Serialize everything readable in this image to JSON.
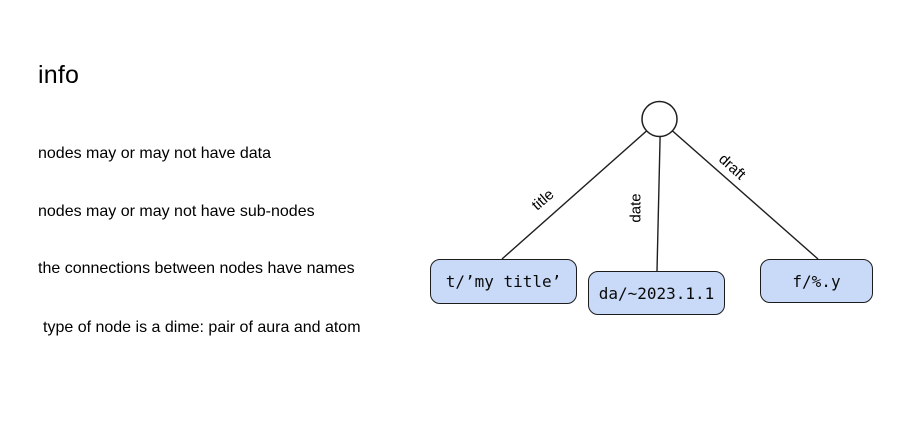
{
  "page": {
    "heading": "info",
    "background_color": "#ffffff"
  },
  "notes": [
    "nodes may or may not have data",
    "nodes may or may not have sub-nodes",
    "the connections between nodes have names",
    "type of node is a dime: pair of aura and atom"
  ],
  "diagram": {
    "root_node_shape": "circle",
    "edges": [
      {
        "label": "title",
        "node_label": "t/’my title’"
      },
      {
        "label": "date",
        "node_label": "da/~2023.1.1"
      },
      {
        "label": "draft",
        "node_label": "f/%.y"
      }
    ],
    "colors": {
      "node_fill": "#c9daf8",
      "node_border": "#1c1c1c",
      "edge_line": "#1f1f1f",
      "root_fill": "#ffffff",
      "text": "#000000"
    }
  }
}
